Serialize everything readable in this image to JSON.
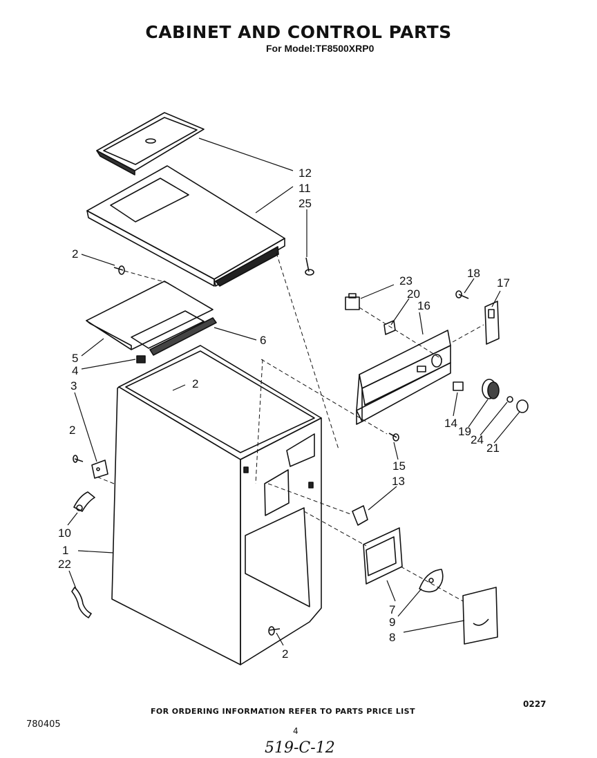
{
  "header": {
    "title": "CABINET AND CONTROL PARTS",
    "model_line": "For Model:TF8500XRP0"
  },
  "callouts": [
    "12",
    "11",
    "25",
    "2",
    "5",
    "4",
    "3",
    "6",
    "23",
    "20",
    "16",
    "18",
    "17",
    "14",
    "19",
    "24",
    "21",
    "15",
    "13",
    "10",
    "1",
    "22",
    "7",
    "9",
    "8"
  ],
  "footer": {
    "ordering_note": "FOR ORDERING INFORMATION REFER TO PARTS PRICE LIST",
    "left_code": "780405",
    "right_code": "0227",
    "page_number": "4",
    "handwritten_note": "519-C-12"
  }
}
